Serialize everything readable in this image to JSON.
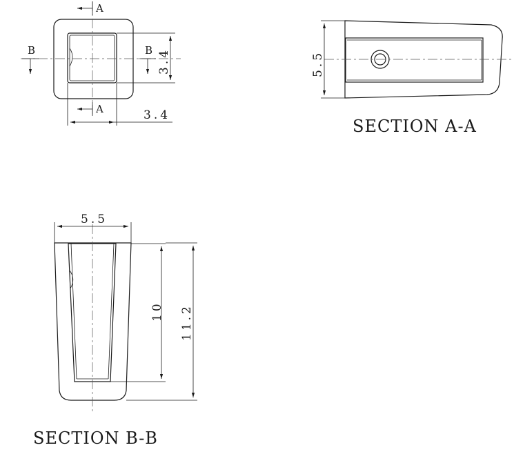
{
  "top_view": {
    "cut_a_top": "A",
    "cut_a_bottom": "A",
    "cut_b_left": "B",
    "cut_b_right": "B",
    "dim_height": "3.4",
    "dim_width": "3.4"
  },
  "section_a": {
    "dim_height": "5.5",
    "title": "SECTION A-A"
  },
  "section_b": {
    "dim_width": "5.5",
    "dim_depth_inner": "10",
    "dim_depth_total": "11.2",
    "title": "SECTION B-B"
  }
}
